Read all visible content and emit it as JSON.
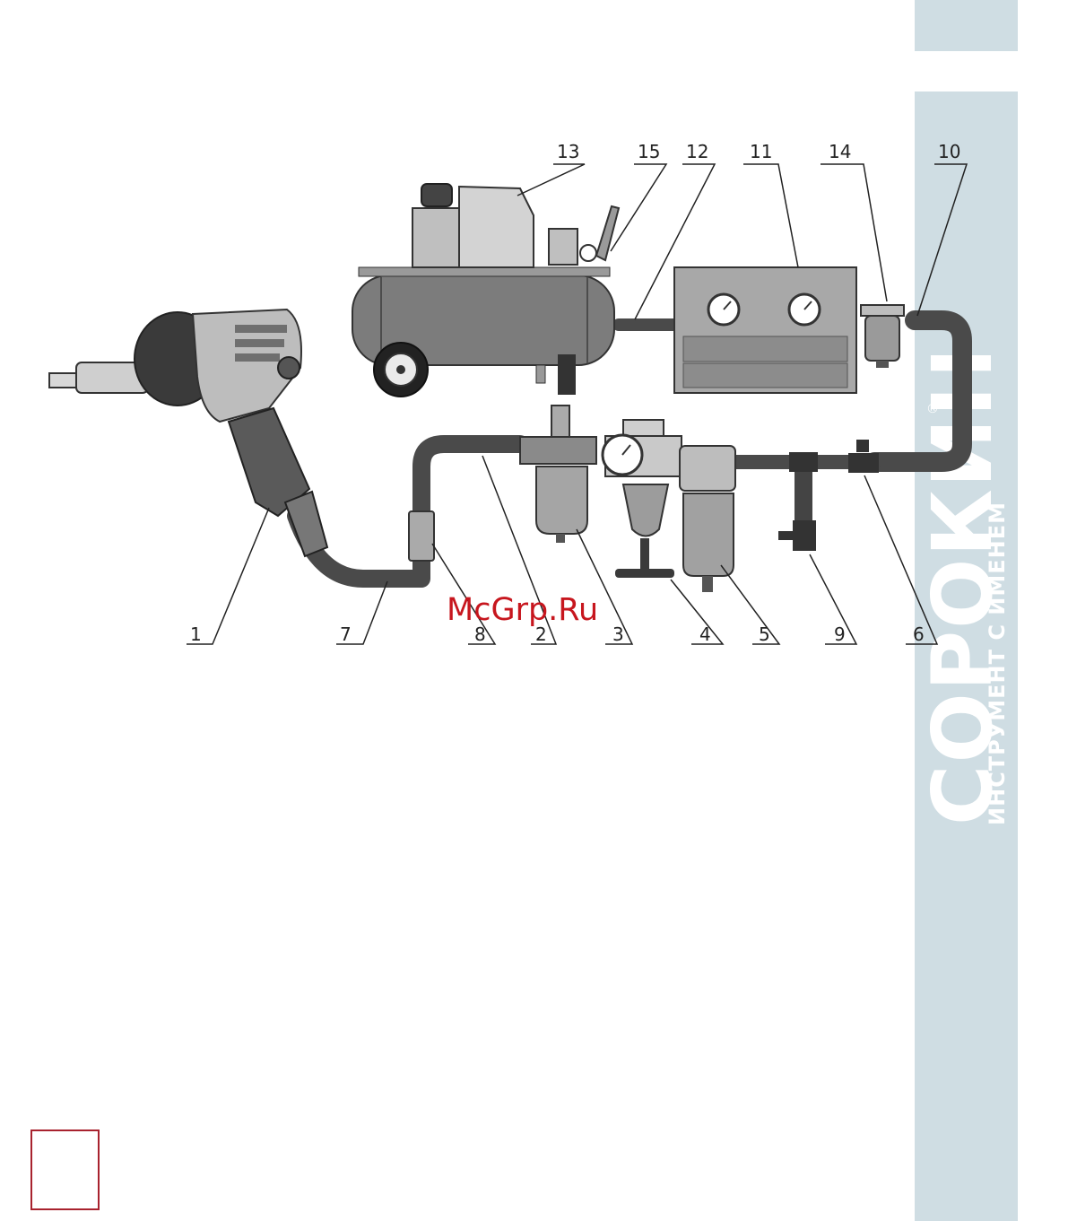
{
  "brand": {
    "name": "СОРОКИН",
    "tagline": "ИНСТРУМЕНТ С ИМЕНЕМ",
    "reg_mark": "®"
  },
  "watermark": "McGrp.Ru",
  "callouts": {
    "c1": "1",
    "c2": "2",
    "c3": "3",
    "c4": "4",
    "c5": "5",
    "c6": "6",
    "c7": "7",
    "c8": "8",
    "c9": "9",
    "c10": "10",
    "c11": "11",
    "c12": "12",
    "c13": "13",
    "c14": "14",
    "c15": "15"
  },
  "colors": {
    "sidebar": "#cfdde3",
    "accent": "#a8222e",
    "watermark": "#c7161e",
    "hose": "#4a4a4a"
  }
}
